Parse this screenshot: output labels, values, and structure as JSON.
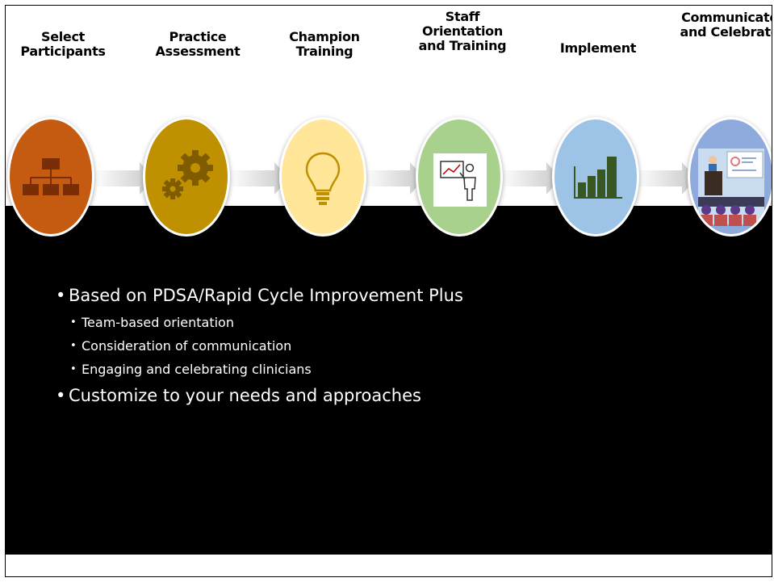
{
  "steps": [
    {
      "label": "Select\nParticipants",
      "icon": "org-chart-icon",
      "color": "#C55A11"
    },
    {
      "label": "Practice\nAssessment",
      "icon": "gears-icon",
      "color": "#BF9000"
    },
    {
      "label": "Champion\nTraining",
      "icon": "lightbulb-icon",
      "color": "#FFE699"
    },
    {
      "label": "Staff\nOrientation\nand Training",
      "icon": "presenter-icon",
      "color": "#A9D18E"
    },
    {
      "label": "Implement",
      "icon": "bar-chart-icon",
      "color": "#9DC3E6"
    },
    {
      "label": "Communicate\nand Celebrate",
      "icon": "presentation-audience-icon",
      "color": "#8FAADC"
    }
  ],
  "bullets": [
    {
      "text": "Based on PDSA/Rapid Cycle Improvement Plus",
      "sub": [
        "Team-based orientation",
        "Consideration of communication",
        "Engaging and celebrating clinicians"
      ]
    },
    {
      "text": "Customize to your needs and approaches",
      "sub": []
    }
  ]
}
